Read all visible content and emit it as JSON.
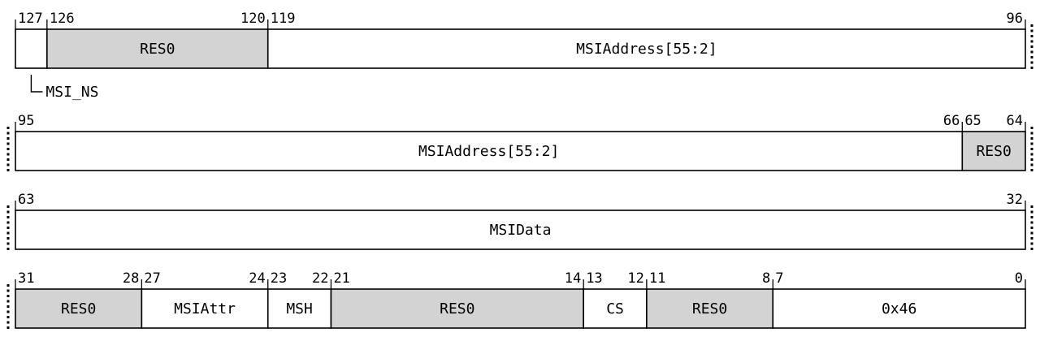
{
  "register": {
    "rows": [
      {
        "id": "row-127-96",
        "cont_left": false,
        "cont_right": true,
        "fields": [
          {
            "name": "",
            "hi": 127,
            "lo": 127,
            "reserved": false
          },
          {
            "name": "RES0",
            "hi": 126,
            "lo": 120,
            "reserved": true
          },
          {
            "name": "MSIAddress[55:2]",
            "hi": 119,
            "lo": 96,
            "reserved": false
          }
        ]
      },
      {
        "id": "row-95-64",
        "cont_left": true,
        "cont_right": true,
        "fields": [
          {
            "name": "MSIAddress[55:2]",
            "hi": 95,
            "lo": 66,
            "reserved": false
          },
          {
            "name": "RES0",
            "hi": 65,
            "lo": 64,
            "reserved": true
          }
        ]
      },
      {
        "id": "row-63-32",
        "cont_left": true,
        "cont_right": true,
        "fields": [
          {
            "name": "MSIData",
            "hi": 63,
            "lo": 32,
            "reserved": false
          }
        ]
      },
      {
        "id": "row-31-0",
        "cont_left": true,
        "cont_right": false,
        "fields": [
          {
            "name": "RES0",
            "hi": 31,
            "lo": 28,
            "reserved": true
          },
          {
            "name": "MSIAttr",
            "hi": 27,
            "lo": 24,
            "reserved": false
          },
          {
            "name": "MSH",
            "hi": 23,
            "lo": 22,
            "reserved": false
          },
          {
            "name": "RES0",
            "hi": 21,
            "lo": 14,
            "reserved": true
          },
          {
            "name": "CS",
            "hi": 13,
            "lo": 12,
            "reserved": false
          },
          {
            "name": "RES0",
            "hi": 11,
            "lo": 8,
            "reserved": true
          },
          {
            "name": "0x46",
            "hi": 7,
            "lo": 0,
            "reserved": false
          }
        ]
      }
    ],
    "callouts": [
      {
        "label": "MSI_NS",
        "bit": 127
      }
    ]
  },
  "colors": {
    "reserved_fill": "#d3d3d3",
    "field_fill": "#ffffff",
    "stroke": "#000000"
  }
}
